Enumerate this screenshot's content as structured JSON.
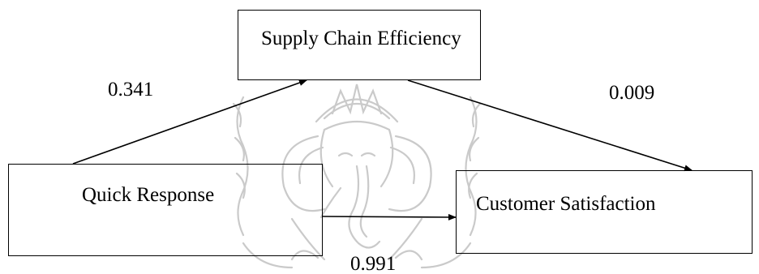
{
  "diagram": {
    "nodes": {
      "supply_chain_efficiency": "Supply Chain Efficiency",
      "quick_response": "Quick Response",
      "customer_satisfaction": "Customer Satisfaction"
    },
    "edges": [
      {
        "from": "Quick Response",
        "to": "Supply Chain Efficiency",
        "label": "0.341"
      },
      {
        "from": "Supply Chain Efficiency",
        "to": "Customer Satisfaction",
        "label": "0.009"
      },
      {
        "from": "Quick Response",
        "to": "Customer Satisfaction",
        "label": "0.991"
      }
    ]
  },
  "colors": {
    "line": "#000000",
    "watermark": "#bdbdbd",
    "background": "#ffffff"
  },
  "watermark": {
    "icon": "ganesha-seal-icon"
  }
}
